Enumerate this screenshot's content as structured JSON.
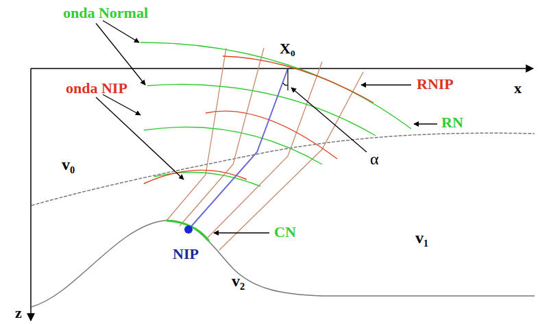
{
  "diagram": {
    "labels": [
      "onda Normal",
      "X₀",
      "x",
      "RNIP",
      "α",
      "RN",
      "onda NIP",
      "v₀",
      "v₁",
      "v₂",
      "NIP",
      "CN",
      "z"
    ]
  }
}
